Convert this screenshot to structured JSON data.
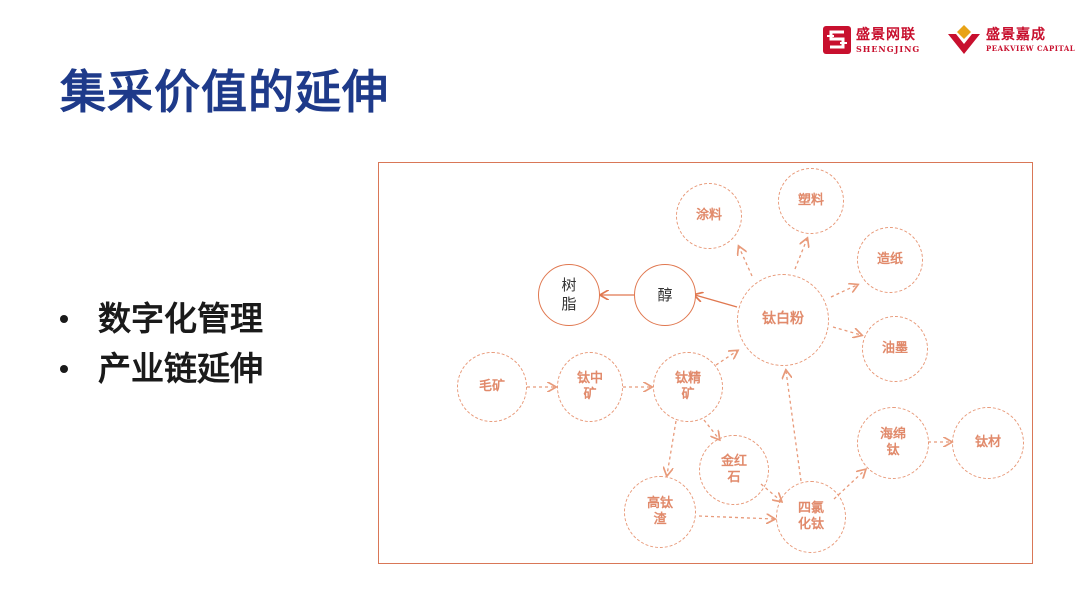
{
  "title": "集采价值的延伸",
  "bullets": [
    "数字化管理",
    "产业链延伸"
  ],
  "logos": {
    "shengjing": {
      "cn": "盛景网联",
      "en": "SHENGJING"
    },
    "peakview": {
      "cn": "盛景嘉成",
      "en": "PEAKVIEW CAPITAL"
    }
  },
  "colors": {
    "title": "#1e3a8a",
    "brand": "#c8102e",
    "diagram": "#e18a6b"
  },
  "diagram": {
    "nodes": {
      "resin": "树\n脂",
      "alcohol": "醇",
      "coating": "涂料",
      "plastic": "塑料",
      "paper": "造纸",
      "ink": "油墨",
      "tio2": "钛白粉",
      "raw_ore": "毛矿",
      "mid_ore": "钛中\n矿",
      "fine_ore": "钛精\n矿",
      "rutile": "金红\n石",
      "slag": "高钛\n渣",
      "ticl4": "四氯\n化钛",
      "sponge": "海绵\n钛",
      "ti_material": "钛材"
    }
  }
}
